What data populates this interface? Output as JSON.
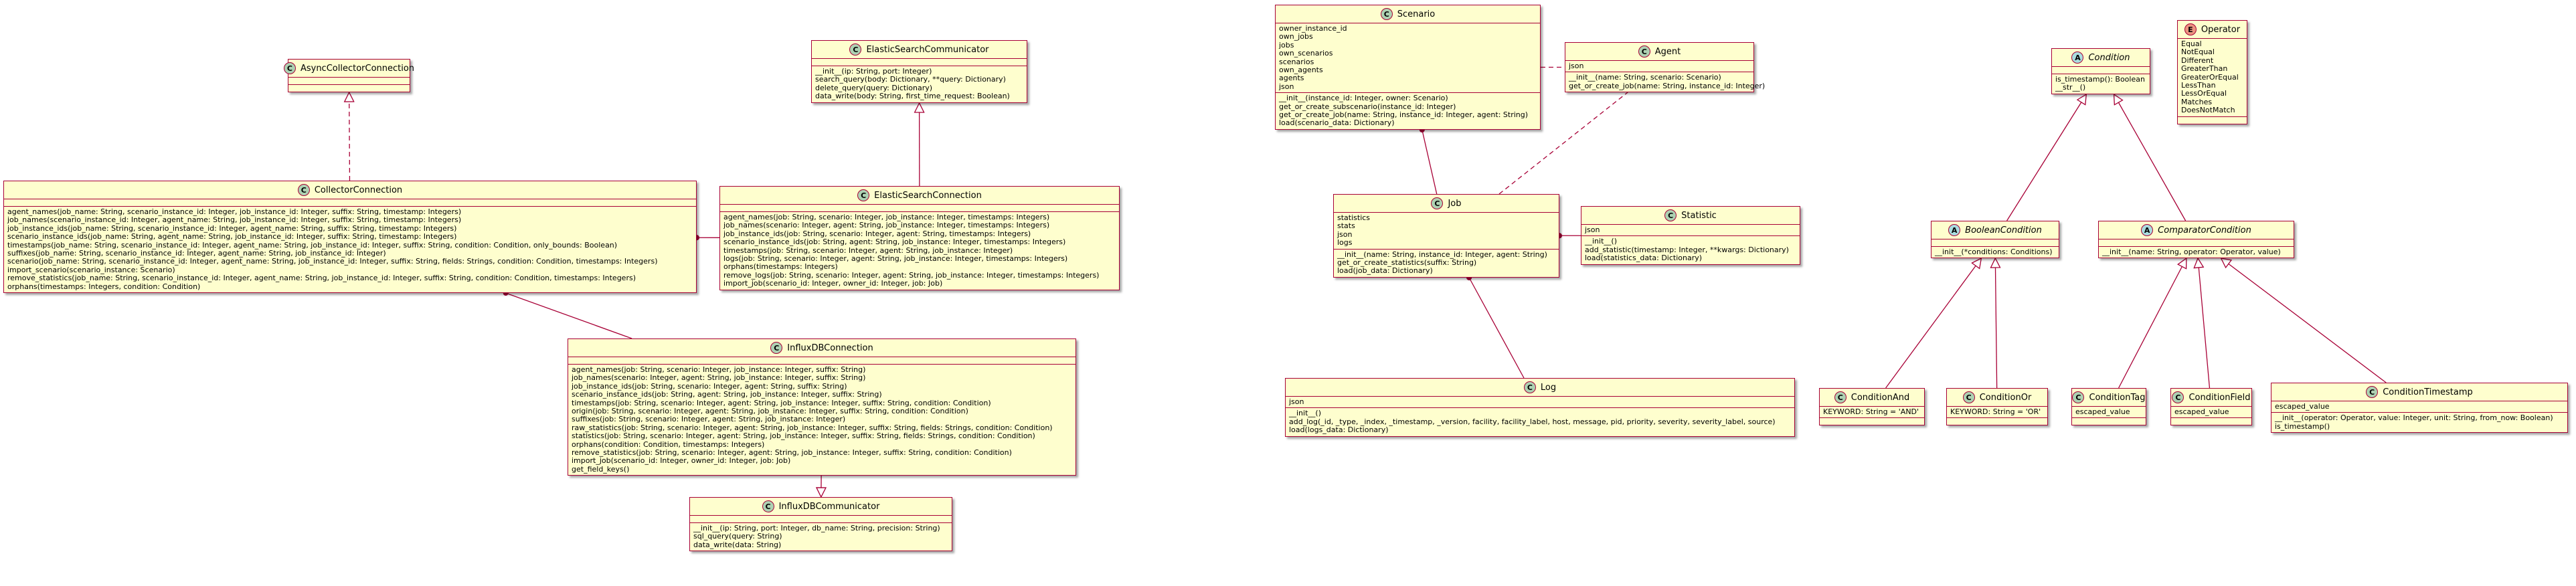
{
  "classes": {
    "async_collector": {
      "name": "AsyncCollectorConnection",
      "kind": "C",
      "attributes": [],
      "methods": []
    },
    "collector": {
      "name": "CollectorConnection",
      "kind": "C",
      "attributes": [],
      "methods": [
        "agent_names(job_name: String, scenario_instance_id: Integer, job_instance_id: Integer, suffix: String, timestamp: Integers)",
        "job_names(scenario_instance_id: Integer, agent_name: String, job_instance_id: Integer, suffix: String, timestamp: Integers)",
        "job_instance_ids(job_name: String, scenario_instance_id: Integer, agent_name: String, suffix: String, timestamp: Integers)",
        "scenario_instance_ids(job_name: String, agent_name: String, job_instance_id: Integer, suffix: String, timestamp: Integers)",
        "timestamps(job_name: String, scenario_instance_id: Integer, agent_name: String, job_instance_id: Integer, suffix: String, condition: Condition, only_bounds: Boolean)",
        "suffixes(job_name: String, scenario_instance_id: Integer, agent_name: String, job_instance_id: Integer)",
        "scenario(job_name: String, scenario_instance_id: Integer, agent_name: String, job_instance_id: Integer, suffix: String, fields: Strings, condition: Condition, timestamps: Integers)",
        "import_scenario(scenario_instance: Scenario)",
        "remove_statistics(job_name: String, scenario_instance_id: Integer, agent_name: String, job_instance_id: Integer, suffix: String, condition: Condition, timestamps: Integers)",
        "orphans(timestamps: Integers, condition: Condition)"
      ]
    },
    "es_comm": {
      "name": "ElasticSearchCommunicator",
      "kind": "C",
      "attributes": [],
      "methods": [
        "__init__(ip: String, port: Integer)",
        "search_query(body: Dictionary, **query: Dictionary)",
        "delete_query(query: Dictionary)",
        "data_write(body: String, first_time_request: Boolean)"
      ]
    },
    "es_conn": {
      "name": "ElasticSearchConnection",
      "kind": "C",
      "attributes": [],
      "methods": [
        "agent_names(job: String, scenario: Integer, job_instance: Integer, timestamps: Integers)",
        "job_names(scenario: Integer, agent: String, job_instance: Integer, timestamps: Integers)",
        "job_instance_ids(job: String, scenario: Integer, agent: String, timestamps: Integers)",
        "scenario_instance_ids(job: String, agent: String, job_instance: Integer, timestamps: Integers)",
        "timestamps(job: String, scenario: Integer, agent: String, job_instance: Integer)",
        "logs(job: String, scenario: Integer, agent: String, job_instance: Integer, timestamps: Integers)",
        "orphans(timestamps: Integers)",
        "remove_logs(job: String, scenario: Integer, agent: String, job_instance: Integer, timestamps: Integers)",
        "import_job(scenario_id: Integer, owner_id: Integer, job: Job)"
      ]
    },
    "influx_conn": {
      "name": "InfluxDBConnection",
      "kind": "C",
      "attributes": [],
      "methods": [
        "agent_names(job: String, scenario: Integer, job_instance: Integer, suffix: String)",
        "job_names(scenario: Integer, agent: String, job_instance: Integer, suffix: String)",
        "job_instance_ids(job: String, scenario: Integer, agent: String, suffix: String)",
        "scenario_instance_ids(job: String, agent: String, job_instance: Integer, suffix: String)",
        "timestamps(job: String, scenario: Integer, agent: String, job_instance: Integer, suffix: String, condition: Condition)",
        "origin(job: String, scenario: Integer, agent: String, job_instance: Integer, suffix: String, condition: Condition)",
        "suffixes(job: String, scenario: Integer, agent: String, job_instance: Integer)",
        "raw_statistics(job: String, scenario: Integer, agent: String, job_instance: Integer, suffix: String, fields: Strings, condition: Condition)",
        "statistics(job: String, scenario: Integer, agent: String, job_instance: Integer, suffix: String, fields: Strings, condition: Condition)",
        "orphans(condition: Condition, timestamps: Integers)",
        "remove_statistics(job: String, scenario: Integer, agent: String, job_instance: Integer, suffix: String, condition: Condition)",
        "import_job(scenario_id: Integer, owner_id: Integer, job: Job)",
        "get_field_keys()"
      ]
    },
    "influx_comm": {
      "name": "InfluxDBCommunicator",
      "kind": "C",
      "attributes": [],
      "methods": [
        "__init__(ip: String, port: Integer, db_name: String, precision: String)",
        "sql_query(query: String)",
        "data_write(data: String)"
      ]
    },
    "scenario": {
      "name": "Scenario",
      "kind": "C",
      "attributes": [
        "owner_instance_id",
        "own_jobs",
        "jobs",
        "own_scenarios",
        "scenarios",
        "own_agents",
        "agents",
        "json"
      ],
      "methods": [
        "__init__(instance_id: Integer, owner: Scenario)",
        "get_or_create_subscenario(instance_id: Integer)",
        "get_or_create_job(name: String, instance_id: Integer, agent: String)",
        "load(scenario_data: Dictionary)"
      ]
    },
    "agent": {
      "name": "Agent",
      "kind": "C",
      "attributes": [
        "json"
      ],
      "methods": [
        "__init__(name: String, scenario: Scenario)",
        "get_or_create_job(name: String, instance_id: Integer)"
      ]
    },
    "job": {
      "name": "Job",
      "kind": "C",
      "attributes": [
        "statistics",
        "stats",
        "json",
        "logs"
      ],
      "methods": [
        "__init__(name: String, instance_id: Integer, agent: String)",
        "get_or_create_statistics(suffix: String)",
        "load(job_data: Dictionary)"
      ]
    },
    "statistic": {
      "name": "Statistic",
      "kind": "C",
      "attributes": [
        "json"
      ],
      "methods": [
        "__init__()",
        "add_statistic(timestamp: Integer, **kwargs: Dictionary)",
        "load(statistics_data: Dictionary)"
      ]
    },
    "log": {
      "name": "Log",
      "kind": "C",
      "attributes": [
        "json"
      ],
      "methods": [
        "__init__()",
        "add_log(_id, _type, _index, _timestamp, _version, facility, facility_label, host, message, pid, priority, severity, severity_label, source)",
        "load(logs_data: Dictionary)"
      ]
    },
    "condition": {
      "name": "Condition",
      "kind": "A",
      "attributes": [],
      "methods": [
        "is_timestamp(): Boolean",
        "__str__()"
      ]
    },
    "operator": {
      "name": "Operator",
      "kind": "E",
      "attributes": [
        "Equal",
        "NotEqual",
        "Different",
        "GreaterThan",
        "GreaterOrEqual",
        "LessThan",
        "LessOrEqual",
        "Matches",
        "DoesNotMatch"
      ],
      "methods": []
    },
    "boolean_cond": {
      "name": "BooleanCondition",
      "kind": "A",
      "attributes": [],
      "methods": [
        "__init__(*conditions: Conditions)"
      ]
    },
    "comparator_cond": {
      "name": "ComparatorCondition",
      "kind": "A",
      "attributes": [],
      "methods": [
        "__init__(name: String, operator: Operator, value)"
      ]
    },
    "cond_and": {
      "name": "ConditionAnd",
      "kind": "C",
      "attributes": [
        "KEYWORD: String = 'AND'"
      ],
      "methods": []
    },
    "cond_or": {
      "name": "ConditionOr",
      "kind": "C",
      "attributes": [
        "KEYWORD: String = 'OR'"
      ],
      "methods": []
    },
    "cond_tag": {
      "name": "ConditionTag",
      "kind": "C",
      "attributes": [
        "escaped_value"
      ],
      "methods": []
    },
    "cond_field": {
      "name": "ConditionField",
      "kind": "C",
      "attributes": [
        "escaped_value"
      ],
      "methods": []
    },
    "cond_ts": {
      "name": "ConditionTimestamp",
      "kind": "C",
      "attributes": [
        "escaped_value"
      ],
      "methods": [
        "__init__(operator: Operator, value: Integer, unit: String, from_now: Boolean)",
        "is_timestamp()"
      ]
    }
  },
  "relations": [
    {
      "from": "collector",
      "to": "async_collector",
      "type": "realization"
    },
    {
      "from": "es_conn",
      "to": "es_comm",
      "type": "inheritance"
    },
    {
      "from": "es_conn",
      "to": "collector",
      "type": "composition"
    },
    {
      "from": "influx_conn",
      "to": "collector",
      "type": "composition"
    },
    {
      "from": "influx_conn",
      "to": "influx_comm",
      "type": "inheritance"
    },
    {
      "from": "job",
      "to": "scenario",
      "type": "composition"
    },
    {
      "from": "job",
      "to": "agent",
      "type": "dependency"
    },
    {
      "from": "scenario",
      "to": "agent",
      "type": "dependency"
    },
    {
      "from": "statistic",
      "to": "job",
      "type": "composition"
    },
    {
      "from": "log",
      "to": "job",
      "type": "composition"
    },
    {
      "from": "boolean_cond",
      "to": "condition",
      "type": "inheritance"
    },
    {
      "from": "comparator_cond",
      "to": "condition",
      "type": "inheritance"
    },
    {
      "from": "cond_and",
      "to": "boolean_cond",
      "type": "inheritance"
    },
    {
      "from": "cond_or",
      "to": "boolean_cond",
      "type": "inheritance"
    },
    {
      "from": "cond_tag",
      "to": "comparator_cond",
      "type": "inheritance"
    },
    {
      "from": "cond_field",
      "to": "comparator_cond",
      "type": "inheritance"
    },
    {
      "from": "cond_ts",
      "to": "comparator_cond",
      "type": "inheritance"
    }
  ],
  "colors": {
    "border": "#a80036",
    "fill": "#fefece",
    "class_badge": "#add1b2",
    "abstract_badge": "#a9dcdf",
    "enum_badge": "#eb937f"
  }
}
